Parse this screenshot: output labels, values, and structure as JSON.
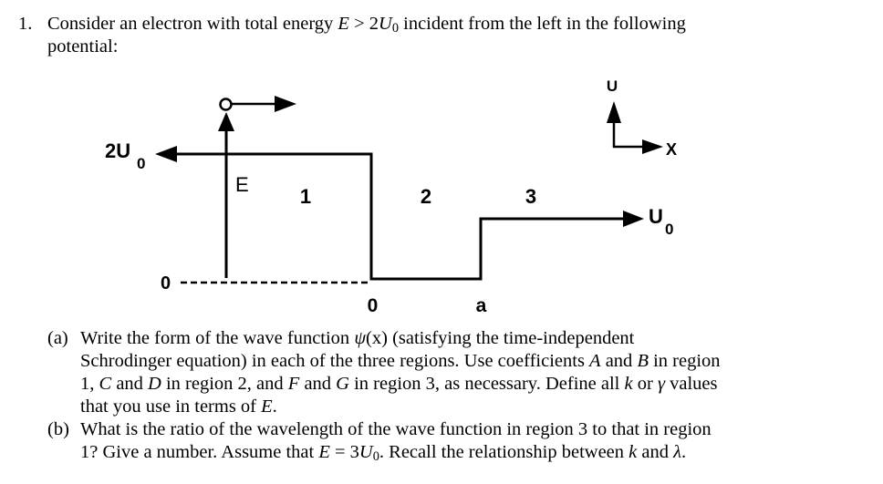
{
  "problem": {
    "number": "1.",
    "intro": [
      [
        {
          "t": "Consider an electron with total energy "
        },
        {
          "t": "E",
          "i": true
        },
        {
          "t": " > 2"
        },
        {
          "t": "U",
          "i": true
        },
        {
          "t": "0",
          "sub": true
        },
        {
          "t": " incident from the left in the following"
        }
      ],
      [
        {
          "t": "potential:"
        }
      ]
    ],
    "parts": [
      {
        "label": "(a)",
        "lines": [
          [
            {
              "t": "Write the form of the wave function "
            },
            {
              "t": "ψ",
              "i": true
            },
            {
              "t": "(x) (satisfying the time-independent"
            }
          ],
          [
            {
              "t": "Schrodinger equation) in each of the three regions. Use coefficients "
            },
            {
              "t": "A",
              "i": true
            },
            {
              "t": " and "
            },
            {
              "t": "B",
              "i": true
            },
            {
              "t": " in region"
            }
          ],
          [
            {
              "t": "1, "
            },
            {
              "t": "C",
              "i": true
            },
            {
              "t": " and "
            },
            {
              "t": "D",
              "i": true
            },
            {
              "t": " in region 2, and "
            },
            {
              "t": "F",
              "i": true
            },
            {
              "t": " and "
            },
            {
              "t": "G",
              "i": true
            },
            {
              "t": " in region 3, as necessary. Define all "
            },
            {
              "t": "k",
              "i": true
            },
            {
              "t": " or "
            },
            {
              "t": "γ",
              "i": true
            },
            {
              "t": " values"
            }
          ],
          [
            {
              "t": "that you use in terms of "
            },
            {
              "t": "E",
              "i": true
            },
            {
              "t": "."
            }
          ]
        ]
      },
      {
        "label": "(b)",
        "lines": [
          [
            {
              "t": "What is the ratio of the wavelength of the wave function in region 3 to that in region"
            }
          ],
          [
            {
              "t": "1? Give a number. Assume that "
            },
            {
              "t": "E",
              "i": true
            },
            {
              "t": " = 3"
            },
            {
              "t": "U",
              "i": true
            },
            {
              "t": "0",
              "sub": true
            },
            {
              "t": ". Recall the relationship between "
            },
            {
              "t": "k",
              "i": true
            },
            {
              "t": " and "
            },
            {
              "t": "λ",
              "i": true
            },
            {
              "t": "."
            }
          ]
        ]
      }
    ]
  },
  "diagram": {
    "left_level_label": "2U",
    "left_level_sub": "0",
    "energy_label": "E",
    "region_labels": [
      "1",
      "2",
      "3"
    ],
    "right_level_label": "U",
    "right_level_sub": "0",
    "zero_energy_label": "0",
    "x_zero_label": "0",
    "x_a_label": "a",
    "axis_y_label": "U",
    "axis_x_label": "X",
    "line_color": "#000000"
  }
}
